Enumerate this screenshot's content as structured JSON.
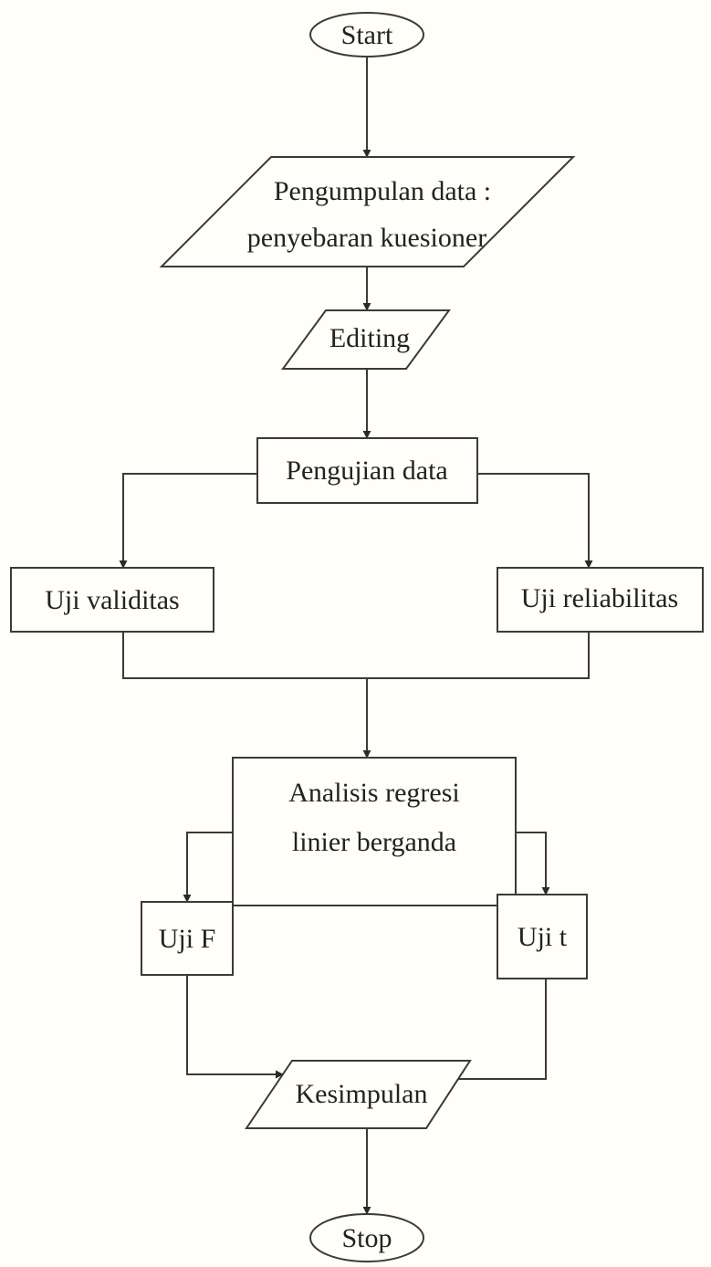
{
  "flowchart": {
    "start": "Start",
    "pengumpulan_line1": "Pengumpulan data :",
    "pengumpulan_line2": "penyebaran kuesioner",
    "editing": "Editing",
    "pengujian": "Pengujian data",
    "uji_validitas": "Uji validitas",
    "uji_reliabilitas": "Uji reliabilitas",
    "analisis_line1": "Analisis regresi",
    "analisis_line2": "linier berganda",
    "uji_f": "Uji F",
    "uji_t": "Uji t",
    "kesimpulan": "Kesimpulan",
    "stop": "Stop"
  },
  "colors": {
    "line": "#3a3a3a",
    "background": "#fffef8",
    "text": "#222222"
  }
}
